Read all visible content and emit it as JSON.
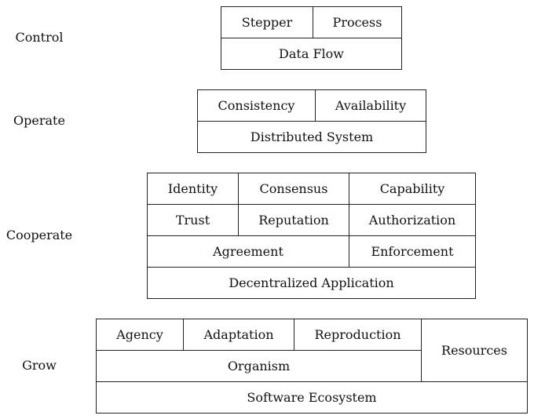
{
  "layers": {
    "control": {
      "label": "Control",
      "cells": [
        "Stepper",
        "Process",
        "Data Flow"
      ]
    },
    "operate": {
      "label": "Operate",
      "cells": [
        "Consistency",
        "Availability",
        "Distributed System"
      ]
    },
    "cooperate": {
      "label": "Cooperate",
      "cells": [
        "Identity",
        "Consensus",
        "Capability",
        "Trust",
        "Reputation",
        "Authorization",
        "Agreement",
        "Enforcement",
        "Decentralized Application"
      ]
    },
    "grow": {
      "label": "Grow",
      "cells": [
        "Agency",
        "Adaptation",
        "Reproduction",
        "Resources",
        "Organism",
        "Software Ecosystem"
      ]
    }
  }
}
